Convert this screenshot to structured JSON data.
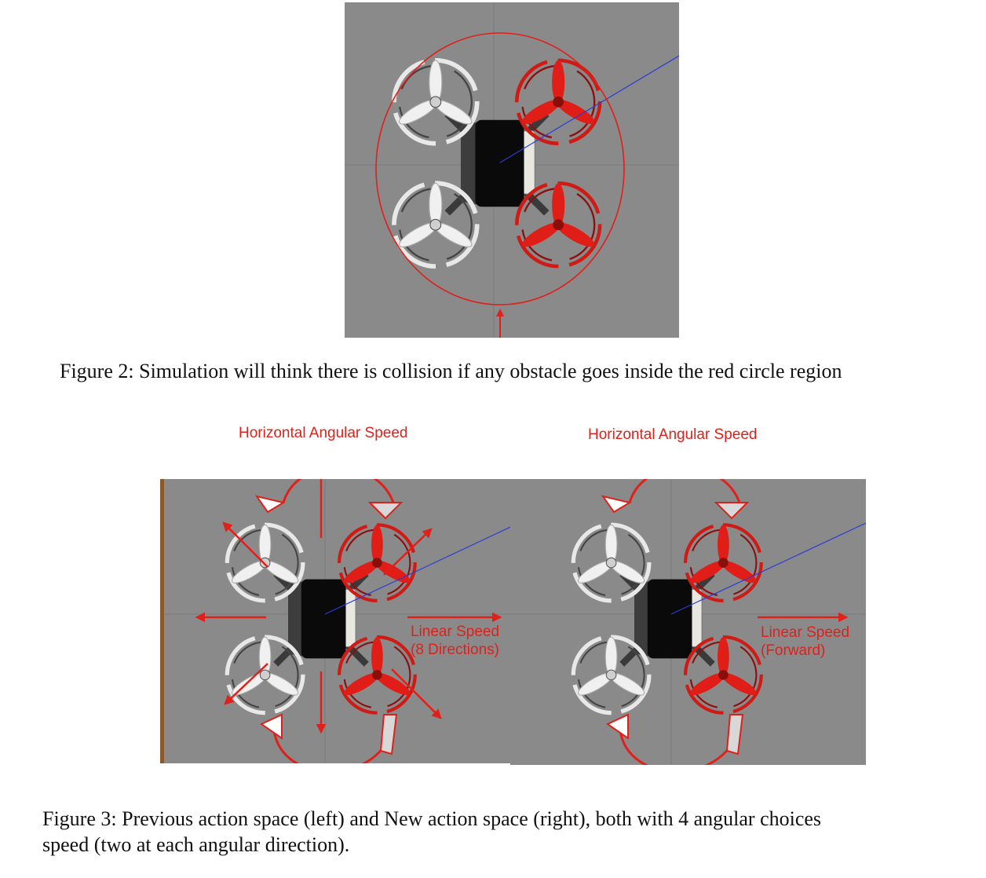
{
  "figure2": {
    "caption": "Figure 2: Simulation will think there is collision if any obstacle goes inside the red circle region"
  },
  "figure3": {
    "left_panel": {
      "top_label": "Horizontal Angular Speed",
      "linear_label_line1": "Linear Speed",
      "linear_label_line2": "(8 Directions)"
    },
    "right_panel": {
      "top_label": "Horizontal Angular Speed",
      "linear_label_line1": "Linear Speed",
      "linear_label_line2": "(Forward)"
    },
    "caption_line1": "Figure 3: Previous action space (left) and New action space (right), both with 4 angular choices",
    "caption_line2": "speed (two at each angular direction)."
  },
  "colors": {
    "background_gray": "#8a8a8a",
    "red_annotation": "#e0201a",
    "blue_ray": "#2b3bd6",
    "drone_body": "#0a0a0a"
  }
}
